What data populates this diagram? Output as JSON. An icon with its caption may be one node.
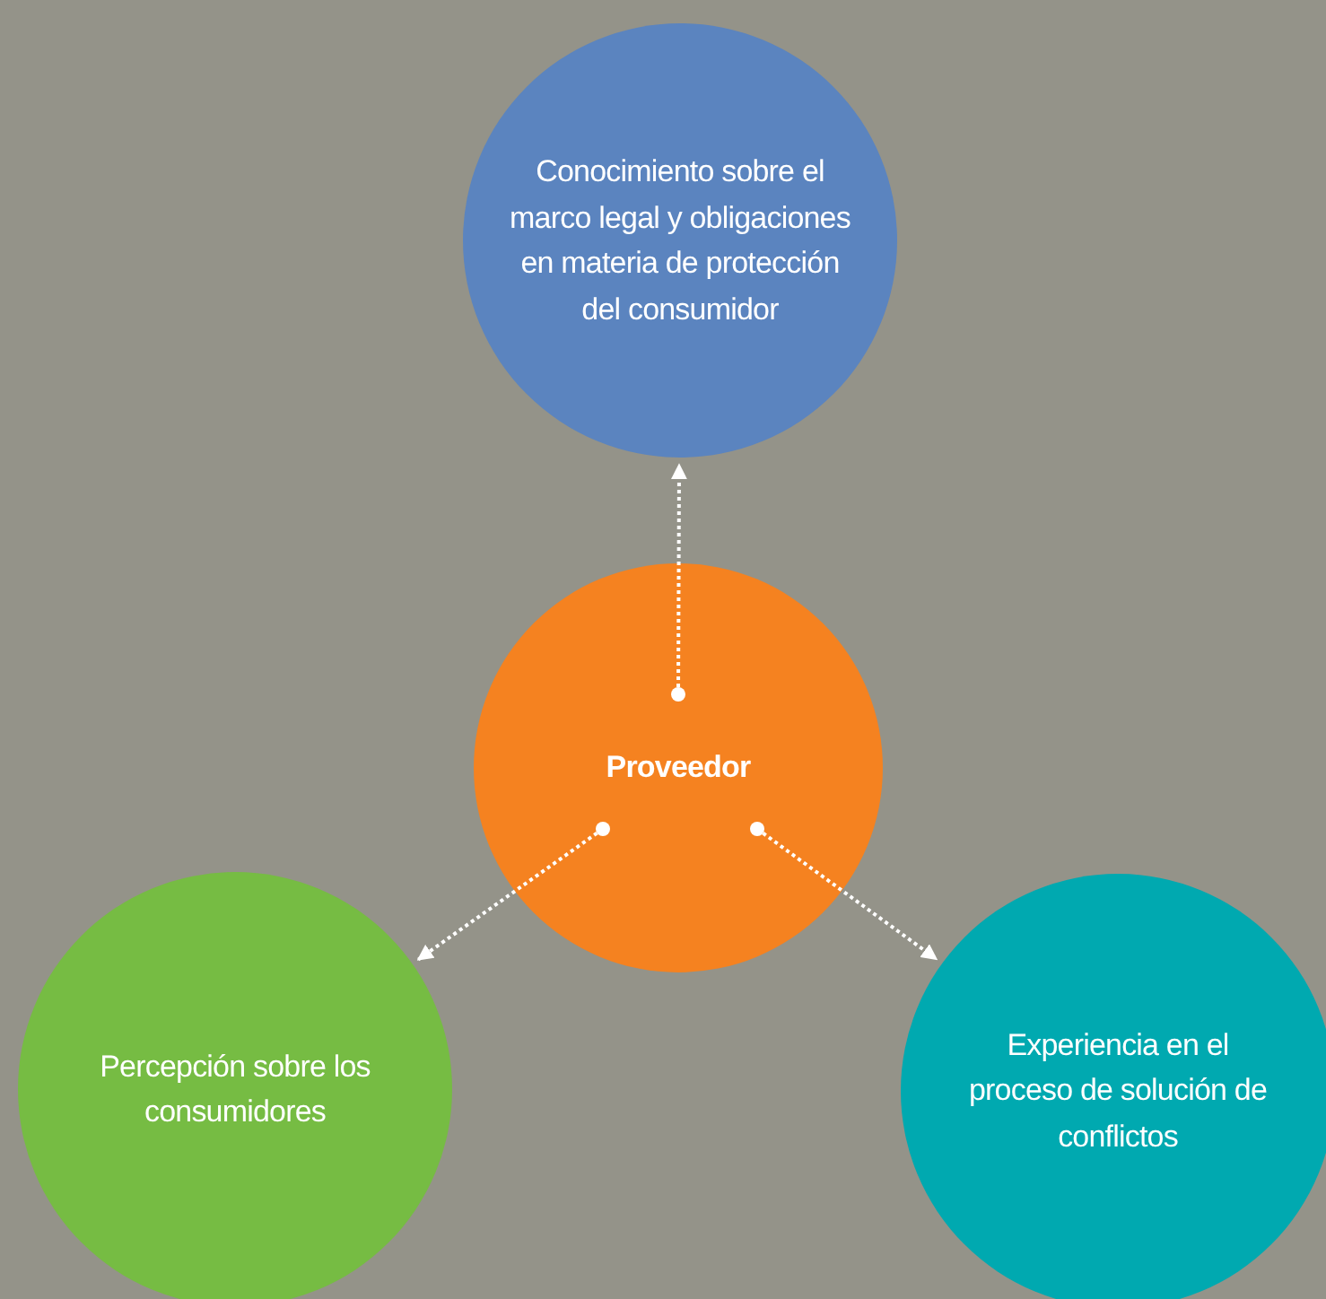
{
  "diagram": {
    "nodes": [
      {
        "text": [
          "Conocimiento sobre el marco legal y obligaciones en materia de protección del consumidor"
        ]
      },
      {
        "text": [
          "Proveedor"
        ]
      },
      {
        "text": [
          "Percepción sobre los consumidores"
        ]
      },
      {
        "text": [
          "Experiencia en el proceso de solución de conflictos"
        ]
      }
    ],
    "edges": [
      {
        "from": 1,
        "to": 0,
        "arrow": "to",
        "style": "dashed"
      },
      {
        "from": 1,
        "to": 2,
        "arrow": "to",
        "style": "dashed"
      },
      {
        "from": 1,
        "to": 3,
        "arrow": "to",
        "style": "dashed"
      }
    ]
  }
}
